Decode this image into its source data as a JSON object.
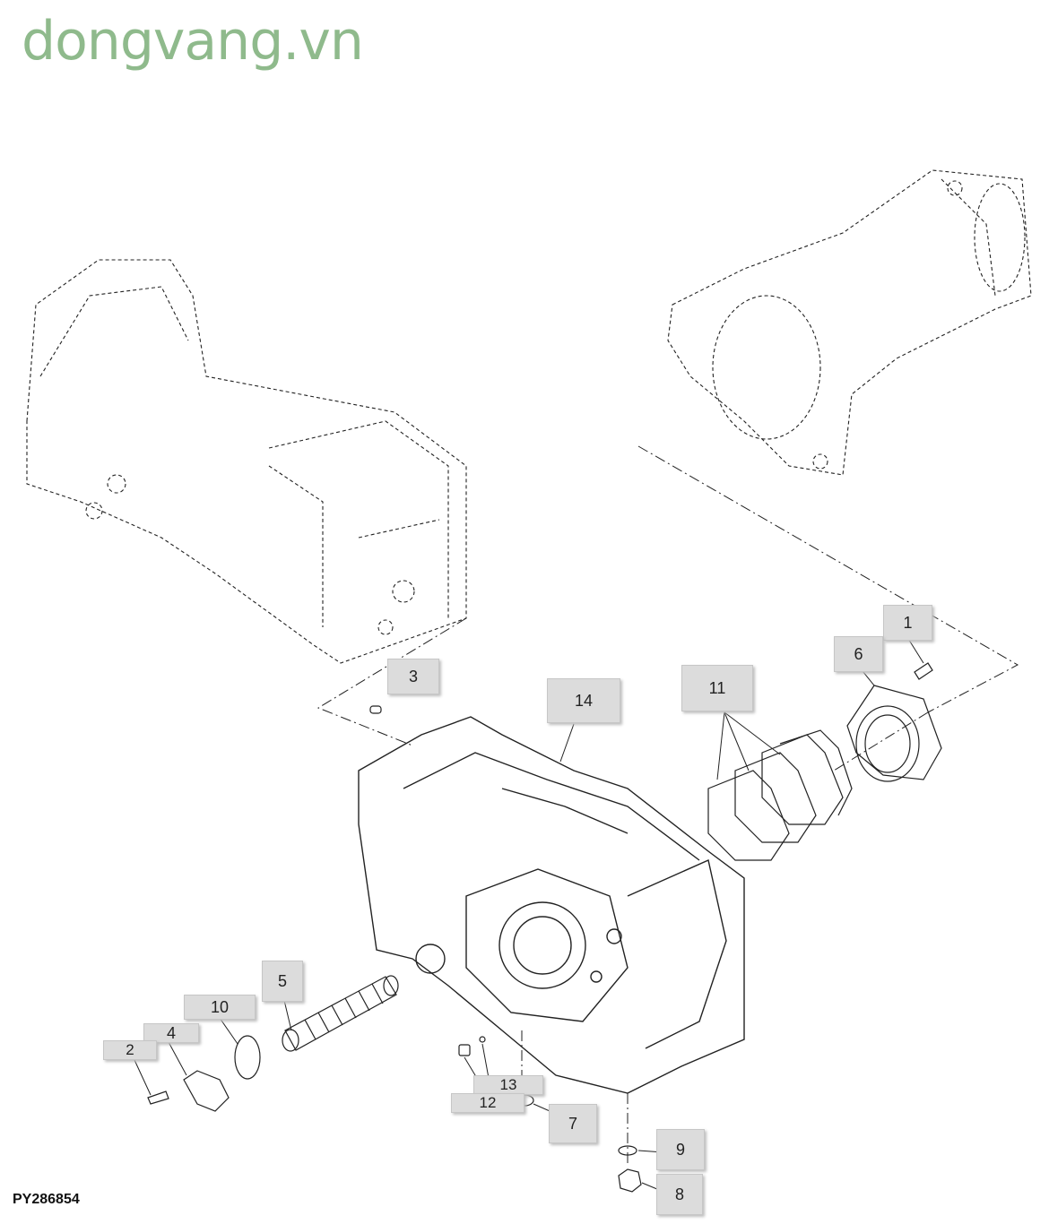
{
  "watermark": "dongvang.vn",
  "diagram_code": "PY286854",
  "callouts": {
    "c1": "1",
    "c2": "2",
    "c3": "3",
    "c4": "4",
    "c5": "5",
    "c6": "6",
    "c7": "7",
    "c8": "8",
    "c9": "9",
    "c10": "10",
    "c11": "11",
    "c12": "12",
    "c13": "13",
    "c14": "14"
  }
}
